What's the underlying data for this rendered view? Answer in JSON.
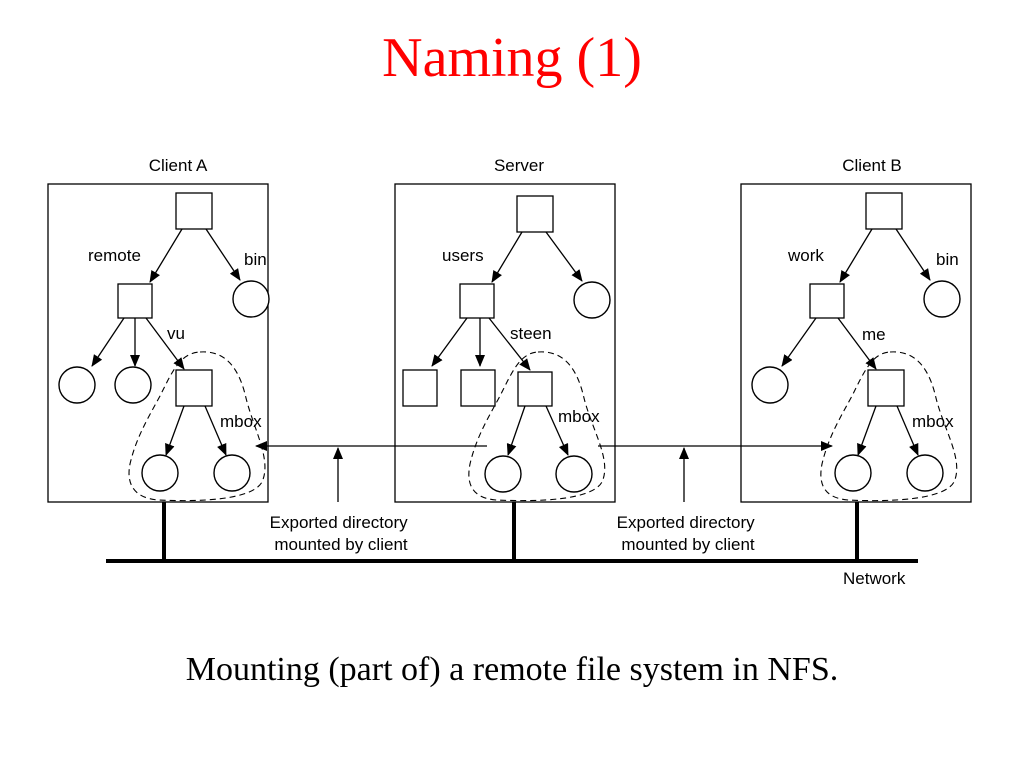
{
  "title": "Naming (1)",
  "caption": "Mounting (part of) a remote file system in NFS.",
  "diagram": {
    "hosts": {
      "client_a": "Client A",
      "server": "Server",
      "client_b": "Client B"
    },
    "labels": {
      "a_remote": "remote",
      "a_bin": "bin",
      "a_vu": "vu",
      "a_mbox": "mbox",
      "s_users": "users",
      "s_steen": "steen",
      "s_mbox": "mbox",
      "b_work": "work",
      "b_bin": "bin",
      "b_me": "me",
      "b_mbox": "mbox"
    },
    "exported_1": [
      "Exported directory",
      "mounted by client"
    ],
    "exported_2": [
      "Exported directory",
      "mounted by client"
    ],
    "network": "Network"
  }
}
